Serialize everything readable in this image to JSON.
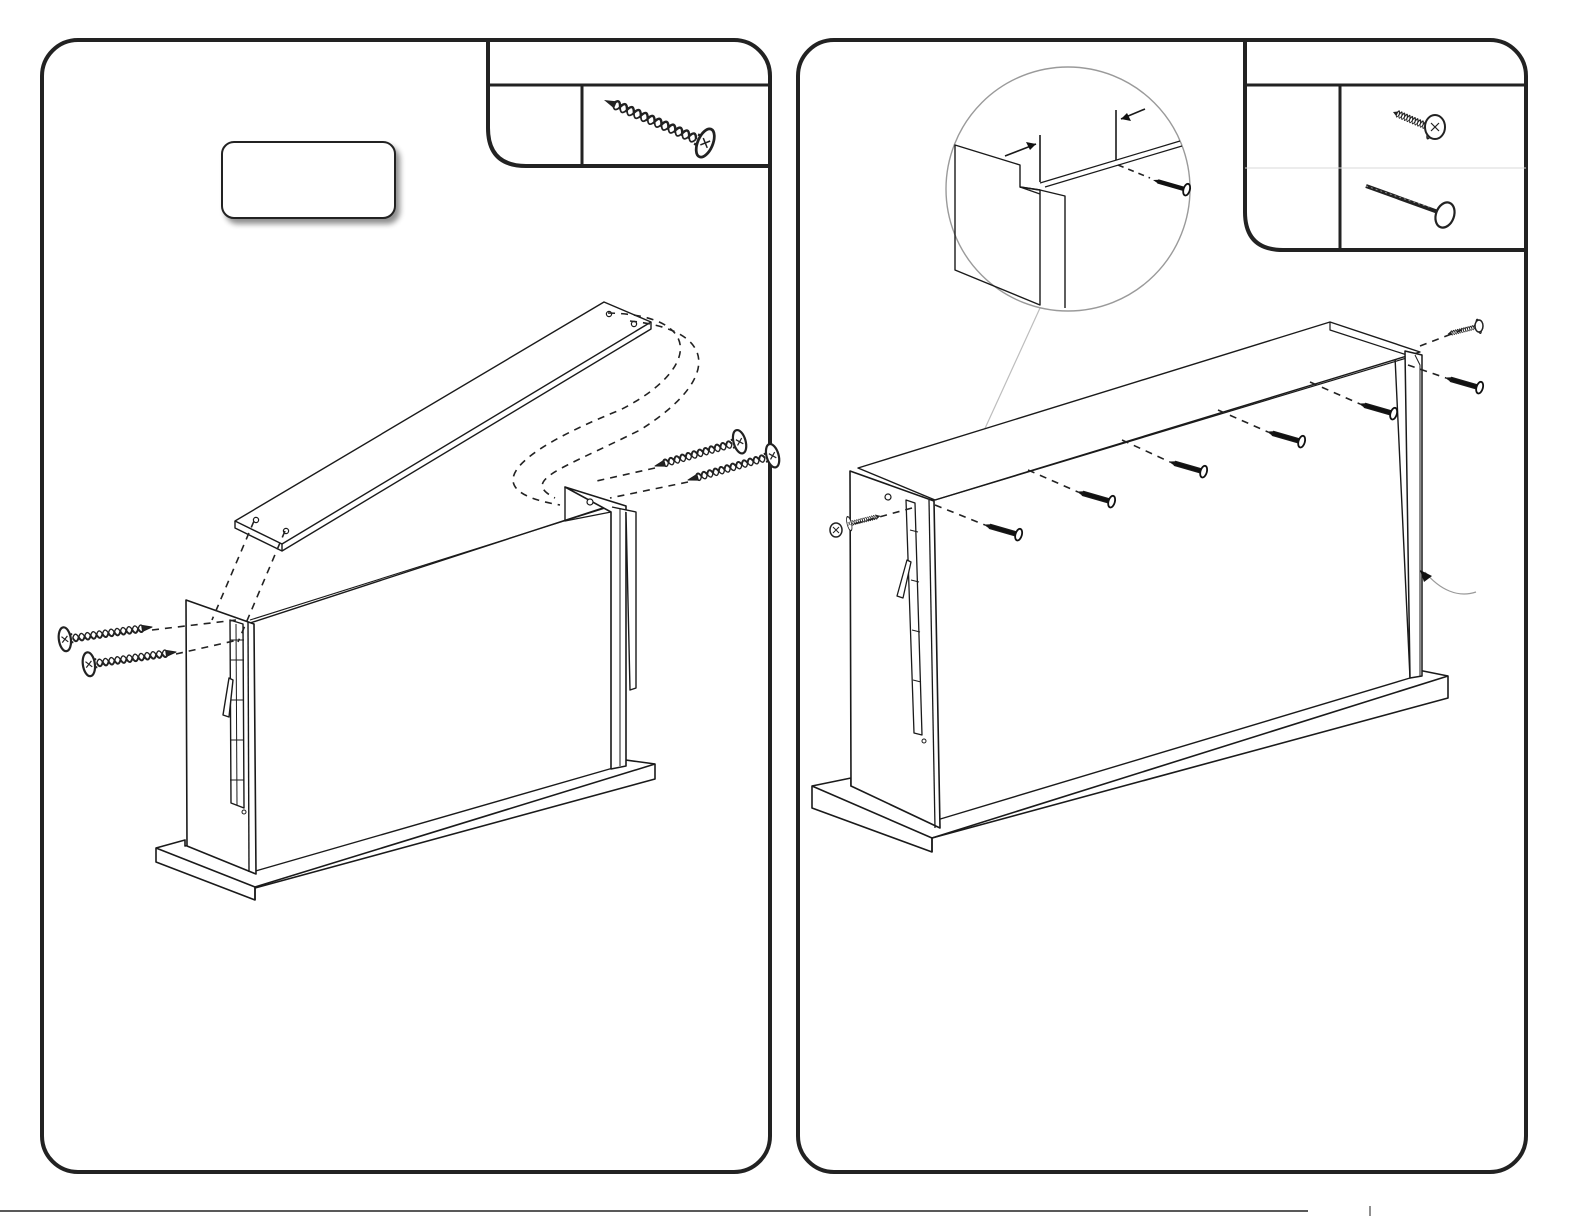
{
  "document": {
    "kind": "assembly-instructions-spread",
    "pages": [
      {
        "id": "left-step",
        "callout_label": "",
        "hardware_box": {
          "header_label": "",
          "rows": [
            {
              "quantity_label": "",
              "hardware_icon": "long-screw-icon"
            }
          ]
        },
        "illustration": "top-rail-screwed-to-side-panels"
      },
      {
        "id": "right-step",
        "hardware_box": {
          "header_label": "",
          "rows": [
            {
              "quantity_label": "",
              "hardware_icon": "short-screw-icon"
            },
            {
              "quantity_label": "",
              "hardware_icon": "nail-icon"
            }
          ]
        },
        "detail_circle": "back-panel-edge-gap-detail",
        "illustration": "back-panel-nailed-to-frame"
      }
    ]
  },
  "colors": {
    "line": "#1a1a1a",
    "frame": "#222222",
    "dash": "#222222",
    "paper": "#ffffff",
    "shadow": "#9a9a9a",
    "leader": "#bdbdbd"
  }
}
